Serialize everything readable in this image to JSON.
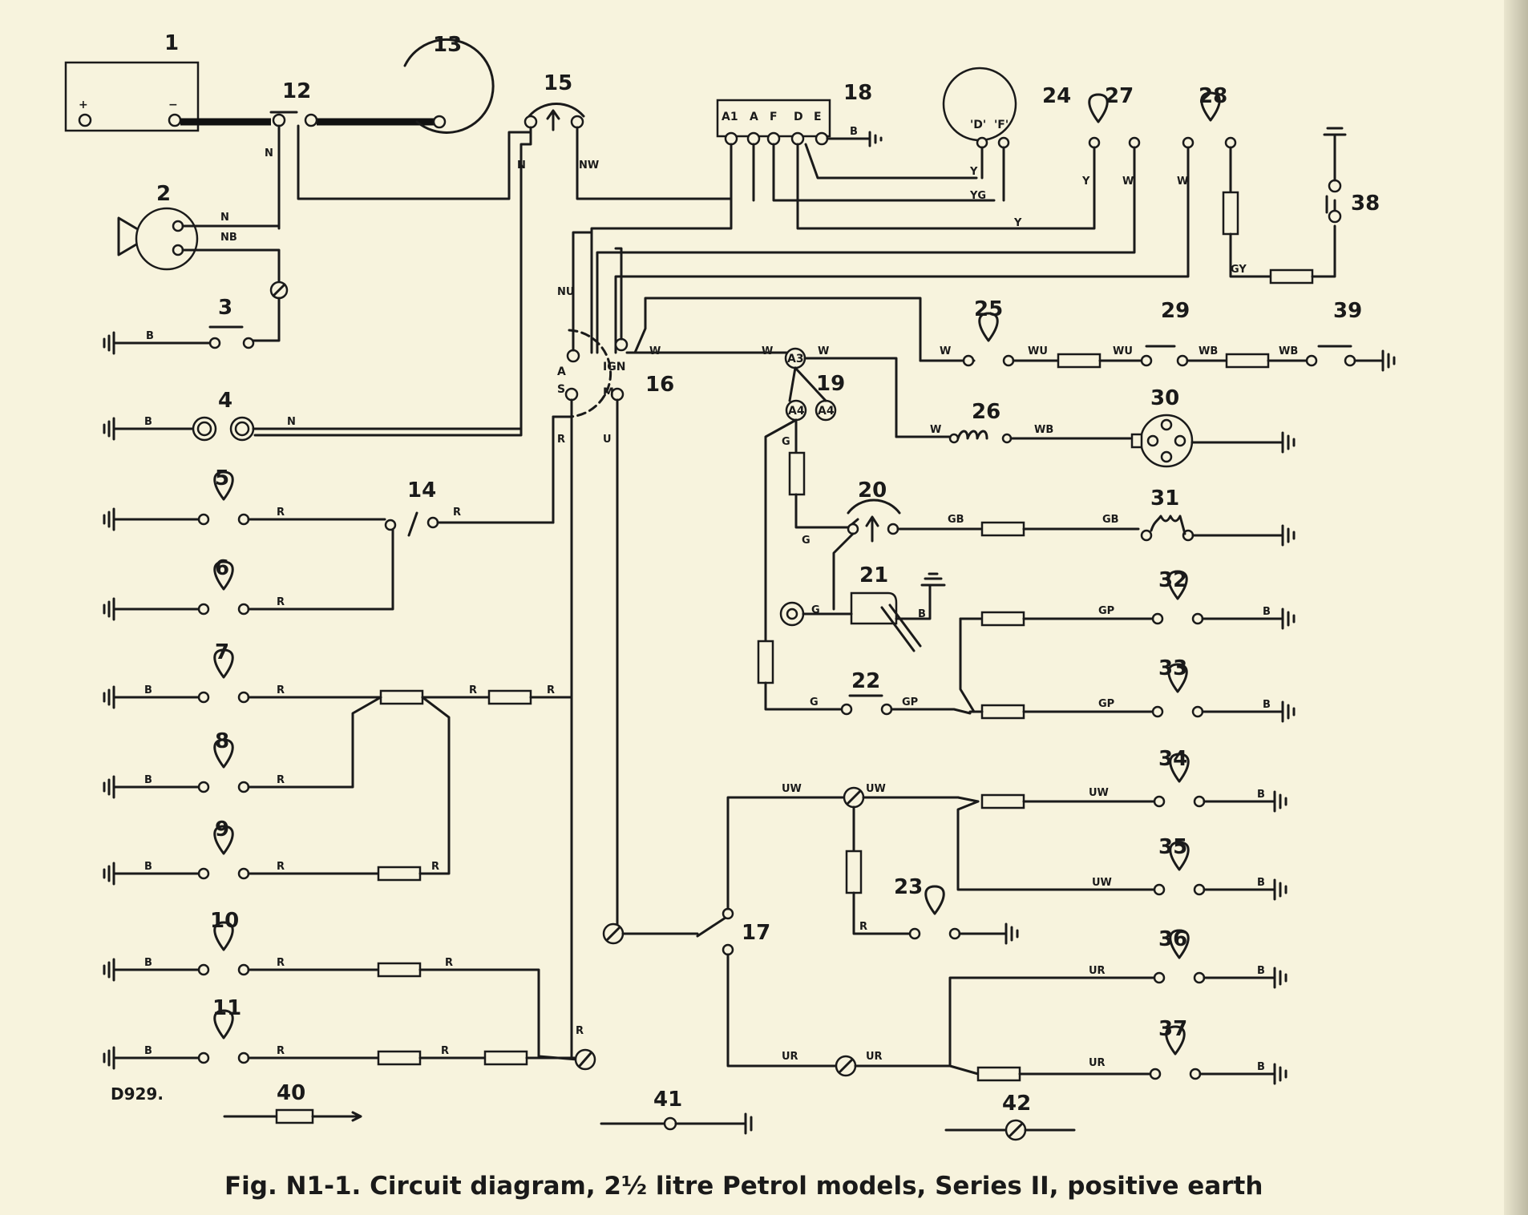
{
  "caption": "Fig. N1-1.  Circuit diagram, 2½ litre Petrol models, Series II, positive earth",
  "drawing_ref": "D929.",
  "numbers": [
    "1",
    "2",
    "3",
    "4",
    "5",
    "6",
    "7",
    "8",
    "9",
    "10",
    "11",
    "12",
    "13",
    "14",
    "15",
    "16",
    "17",
    "18",
    "19",
    "20",
    "21",
    "22",
    "23",
    "24",
    "25",
    "26",
    "27",
    "28",
    "29",
    "30",
    "31",
    "32",
    "33",
    "34",
    "35",
    "36",
    "37",
    "38",
    "39",
    "40",
    "41",
    "42"
  ],
  "wire_codes": [
    "B",
    "R",
    "N",
    "NB",
    "NW",
    "NU",
    "UW",
    "UR",
    "U",
    "W",
    "WU",
    "WB",
    "GB",
    "GP",
    "GY",
    "G",
    "Y",
    "YG"
  ],
  "terminal_labels": [
    "+",
    "−",
    "A1",
    "A",
    "F",
    "D",
    "E",
    "'D'",
    "'F'",
    "A",
    "S",
    "IGN",
    "M",
    "A3",
    "A4",
    "A4"
  ]
}
